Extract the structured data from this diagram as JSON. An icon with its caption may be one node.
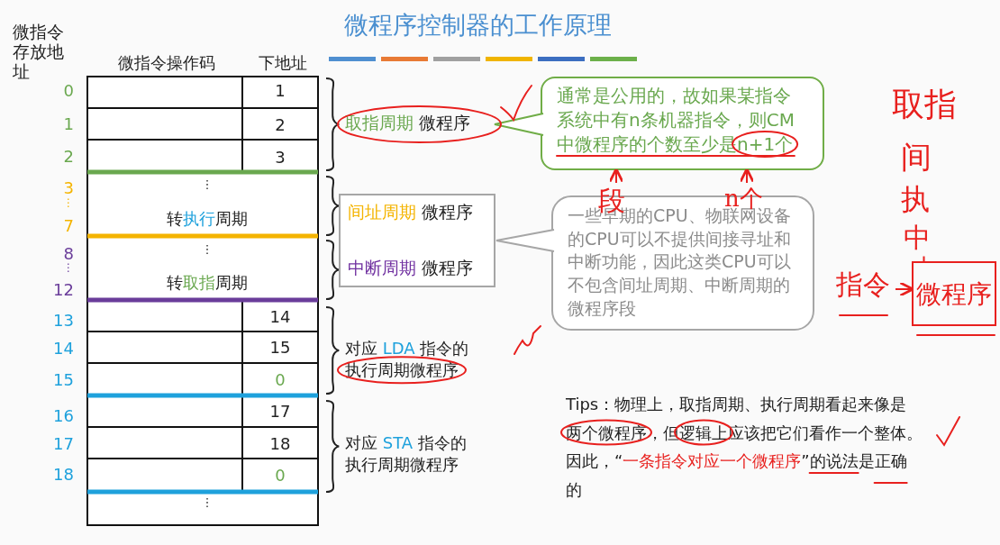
{
  "diagram": {
    "title": "微程序控制器的工作原理",
    "nodes": [
      {
        "text": [
          "取指周期",
          "微程序"
        ]
      },
      {
        "text": [
          "通常是公用的，故如果某指令系统中有n条机器指令，则CM中微程序的个数至少是n+1个"
        ]
      },
      {
        "text": [],
        "shape": "box"
      },
      {
        "text": [
          "间址周期",
          "微程序"
        ],
        "in": 2
      },
      {
        "text": [
          "中断周期",
          "微程序"
        ],
        "in": 2
      },
      {
        "text": [
          "一些早期的CPU、物联网设备的CPU可以不提供间接寻址和中断功能，因此这类CPU可以不包含间址周期、中断周期的微程序段"
        ]
      },
      {
        "text": [
          "对应 LDA 指令的执行周期微程序"
        ]
      },
      {
        "text": [
          "对应 STA 指令的执行周期微程序"
        ]
      },
      {
        "text": [
          "取指"
        ]
      },
      {
        "text": [
          "间"
        ]
      },
      {
        "text": [
          "执"
        ]
      },
      {
        "text": [
          "中"
        ]
      },
      {
        "text": [
          "微程序"
        ]
      },
      {
        "text": [
          "指令"
        ]
      },
      {
        "text": [
          "段"
        ]
      },
      {
        "text": [
          "n个"
        ]
      }
    ],
    "edges": [
      {
        "from": 1,
        "to": 0,
        "arrow": "none",
        "color": "#70ad47"
      },
      {
        "from": 5,
        "to": 2,
        "arrow": "none",
        "color": "#a6a6a6"
      },
      {
        "from": 11,
        "to": 12,
        "arrow": "none"
      },
      {
        "from": 13,
        "to": 12,
        "arrow": "to"
      },
      {
        "from": 14,
        "to": 1,
        "arrow": "to"
      },
      {
        "from": 15,
        "to": 1,
        "arrow": "to"
      }
    ],
    "labels": [
      "微指令存放地址",
      "微指令操作码",
      "下地址",
      "0",
      "1",
      "2",
      "3",
      "⋮",
      "7",
      "8",
      "⋮",
      "12",
      "13",
      "14",
      "15",
      "16",
      "17",
      "18",
      "1",
      "2",
      "3",
      "⋮",
      "转执行周期",
      "⋮",
      "转取指周期",
      "14",
      "15",
      "0",
      "17",
      "18",
      "0",
      "⋮",
      "Tips：物理上，取指周期、执行周期看起来像是两个微程序，但逻辑上应该把它们看作一个整体。因此，“一条指令对应一个微程序”的说法是正确的"
    ]
  }
}
